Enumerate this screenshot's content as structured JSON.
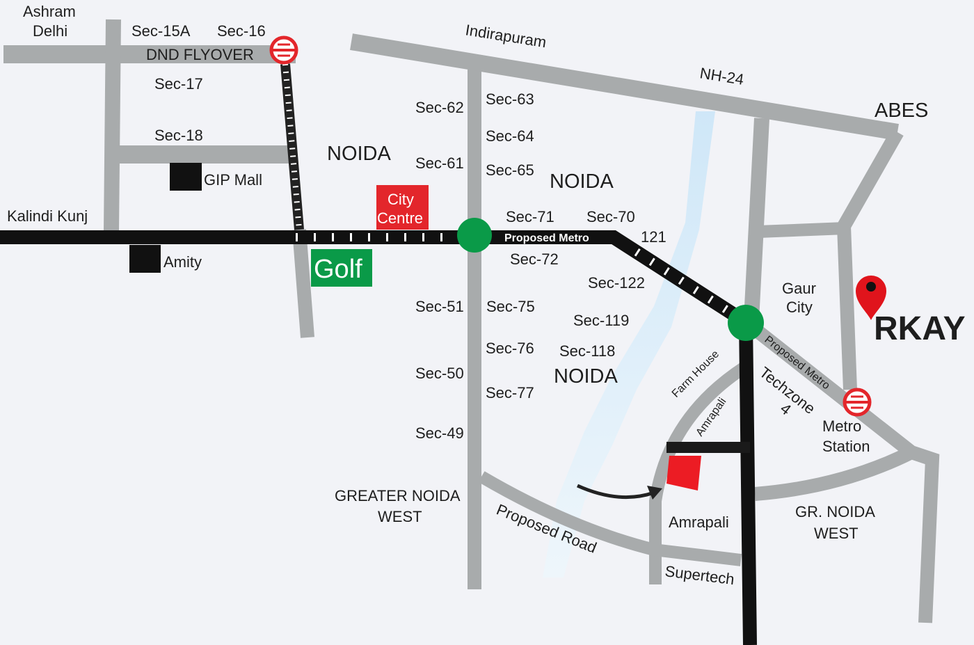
{
  "labels": {
    "ashram": "Ashram",
    "delhi": "Delhi",
    "sec15a": "Sec-15A",
    "sec16": "Sec-16",
    "dnd": "DND FLYOVER",
    "sec17": "Sec-17",
    "sec18": "Sec-18",
    "gip_mall": "GIP Mall",
    "kalindi": "Kalindi Kunj",
    "amity": "Amity",
    "noida1": "NOIDA",
    "city": "City",
    "centre": "Centre",
    "golf": "Golf",
    "indirapuram": "Indirapuram",
    "nh24": "NH-24",
    "abes": "ABES",
    "sec62": "Sec-62",
    "sec63": "Sec-63",
    "sec64": "Sec-64",
    "sec61": "Sec-61",
    "sec65": "Sec-65",
    "noida2": "NOIDA",
    "sec71": "Sec-71",
    "sec70": "Sec-70",
    "proposed_metro": "Proposed Metro",
    "s121": "121",
    "sec72": "Sec-72",
    "sec122": "Sec-122",
    "sec51": "Sec-51",
    "sec75": "Sec-75",
    "sec119": "Sec-119",
    "sec76": "Sec-76",
    "sec118": "Sec-118",
    "noida3": "NOIDA",
    "sec50": "Sec-50",
    "sec77": "Sec-77",
    "sec49": "Sec-49",
    "gnw1": "GREATER NOIDA",
    "gnw2": "WEST",
    "proposed_road": "Proposed Road",
    "amrapali": "Amrapali",
    "amrapali_road": "Amrapali",
    "farm_house": "Farm House",
    "supertech": "Supertech",
    "gaur": "Gaur",
    "gaur_city": "City",
    "rkay": "RKAY",
    "proposed_metro2": "Proposed Metro",
    "techzone": "Techzone",
    "techzone_num": "4",
    "metro": "Metro",
    "station": "Station",
    "grnoida1": "GR. NOIDA",
    "grnoida2": "WEST"
  },
  "colors": {
    "road": "#a8abac",
    "metro_line": "#111111",
    "station_green": "#0a9a48",
    "city_centre_red": "#e3262b",
    "golf_green": "#0a9a48",
    "river": "#d3e9f7",
    "project_red": "#ec1c24",
    "pin_red": "#e0141c"
  },
  "icons": [
    "metro-station-icon",
    "map-pin-icon",
    "direction-arrow-icon"
  ]
}
